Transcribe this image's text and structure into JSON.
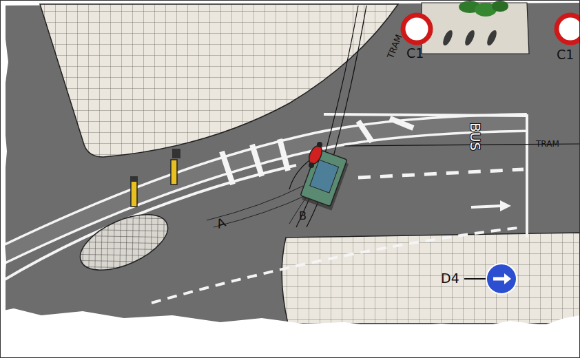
{
  "diagram": {
    "labels": [
      "TRAM",
      "C1",
      "C1",
      "BUS",
      "TRAM",
      "A",
      "B",
      "D4"
    ]
  }
}
